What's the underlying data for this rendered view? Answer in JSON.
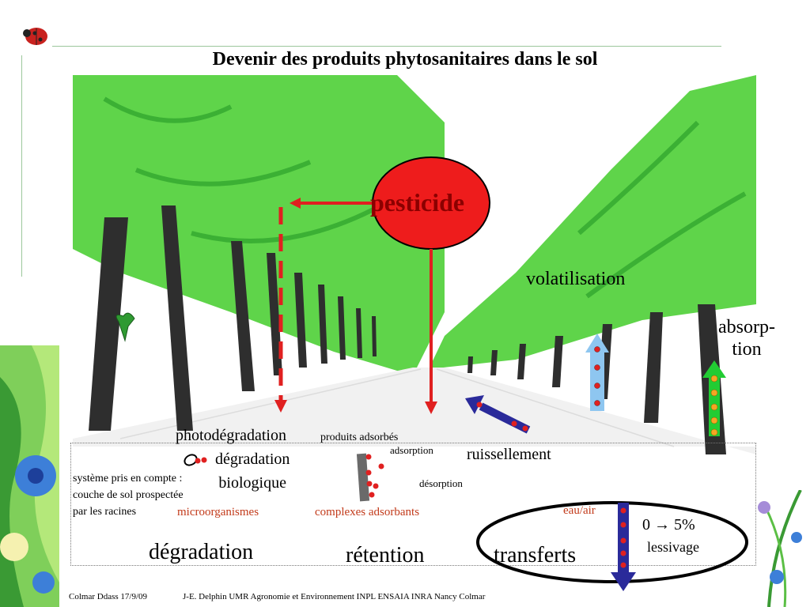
{
  "slide": {
    "title": "Devenir des produits phytosanitaires dans le sol"
  },
  "diagram": {
    "pesticide": "pesticide",
    "volatilisation": "volatilisation",
    "absorption_line1": "absorp-",
    "absorption_line2": "tion",
    "photodegradation": "photodégradation",
    "produits_adsorbes": "produits adsorbés",
    "adsorption": "adsorption",
    "ruissellement": "ruissellement",
    "degradation_biologique_line1": "dégradation",
    "degradation_biologique_line2": "biologique",
    "systeme_line1": "système pris en compte :",
    "systeme_line2": "couche de sol prospectée",
    "systeme_line3": "par les racines",
    "desorption": "désorption",
    "microorganismes": "microorganismes",
    "complexes_adsorbants": "complexes adsorbants",
    "eau_air": "eau/air",
    "lessivage_pct": "0 → 5%",
    "lessivage": "lessivage",
    "degradation": "dégradation",
    "retention": "rétention",
    "transferts": "transferts"
  },
  "footer": {
    "left": "Colmar Ddass 17/9/09",
    "right": "J-E. Delphin UMR Agronomie et Environnement INPL ENSAIA INRA Nancy Colmar"
  },
  "colors": {
    "foliage": "#5fd44a",
    "pesticide_fill": "#ee1c1c",
    "arrow_red": "#e02020",
    "arrow_blue": "#2a2a9a",
    "light_blue": "#8ec6f0",
    "green_arrow": "#22cc33",
    "label_red": "#c23a1a"
  }
}
